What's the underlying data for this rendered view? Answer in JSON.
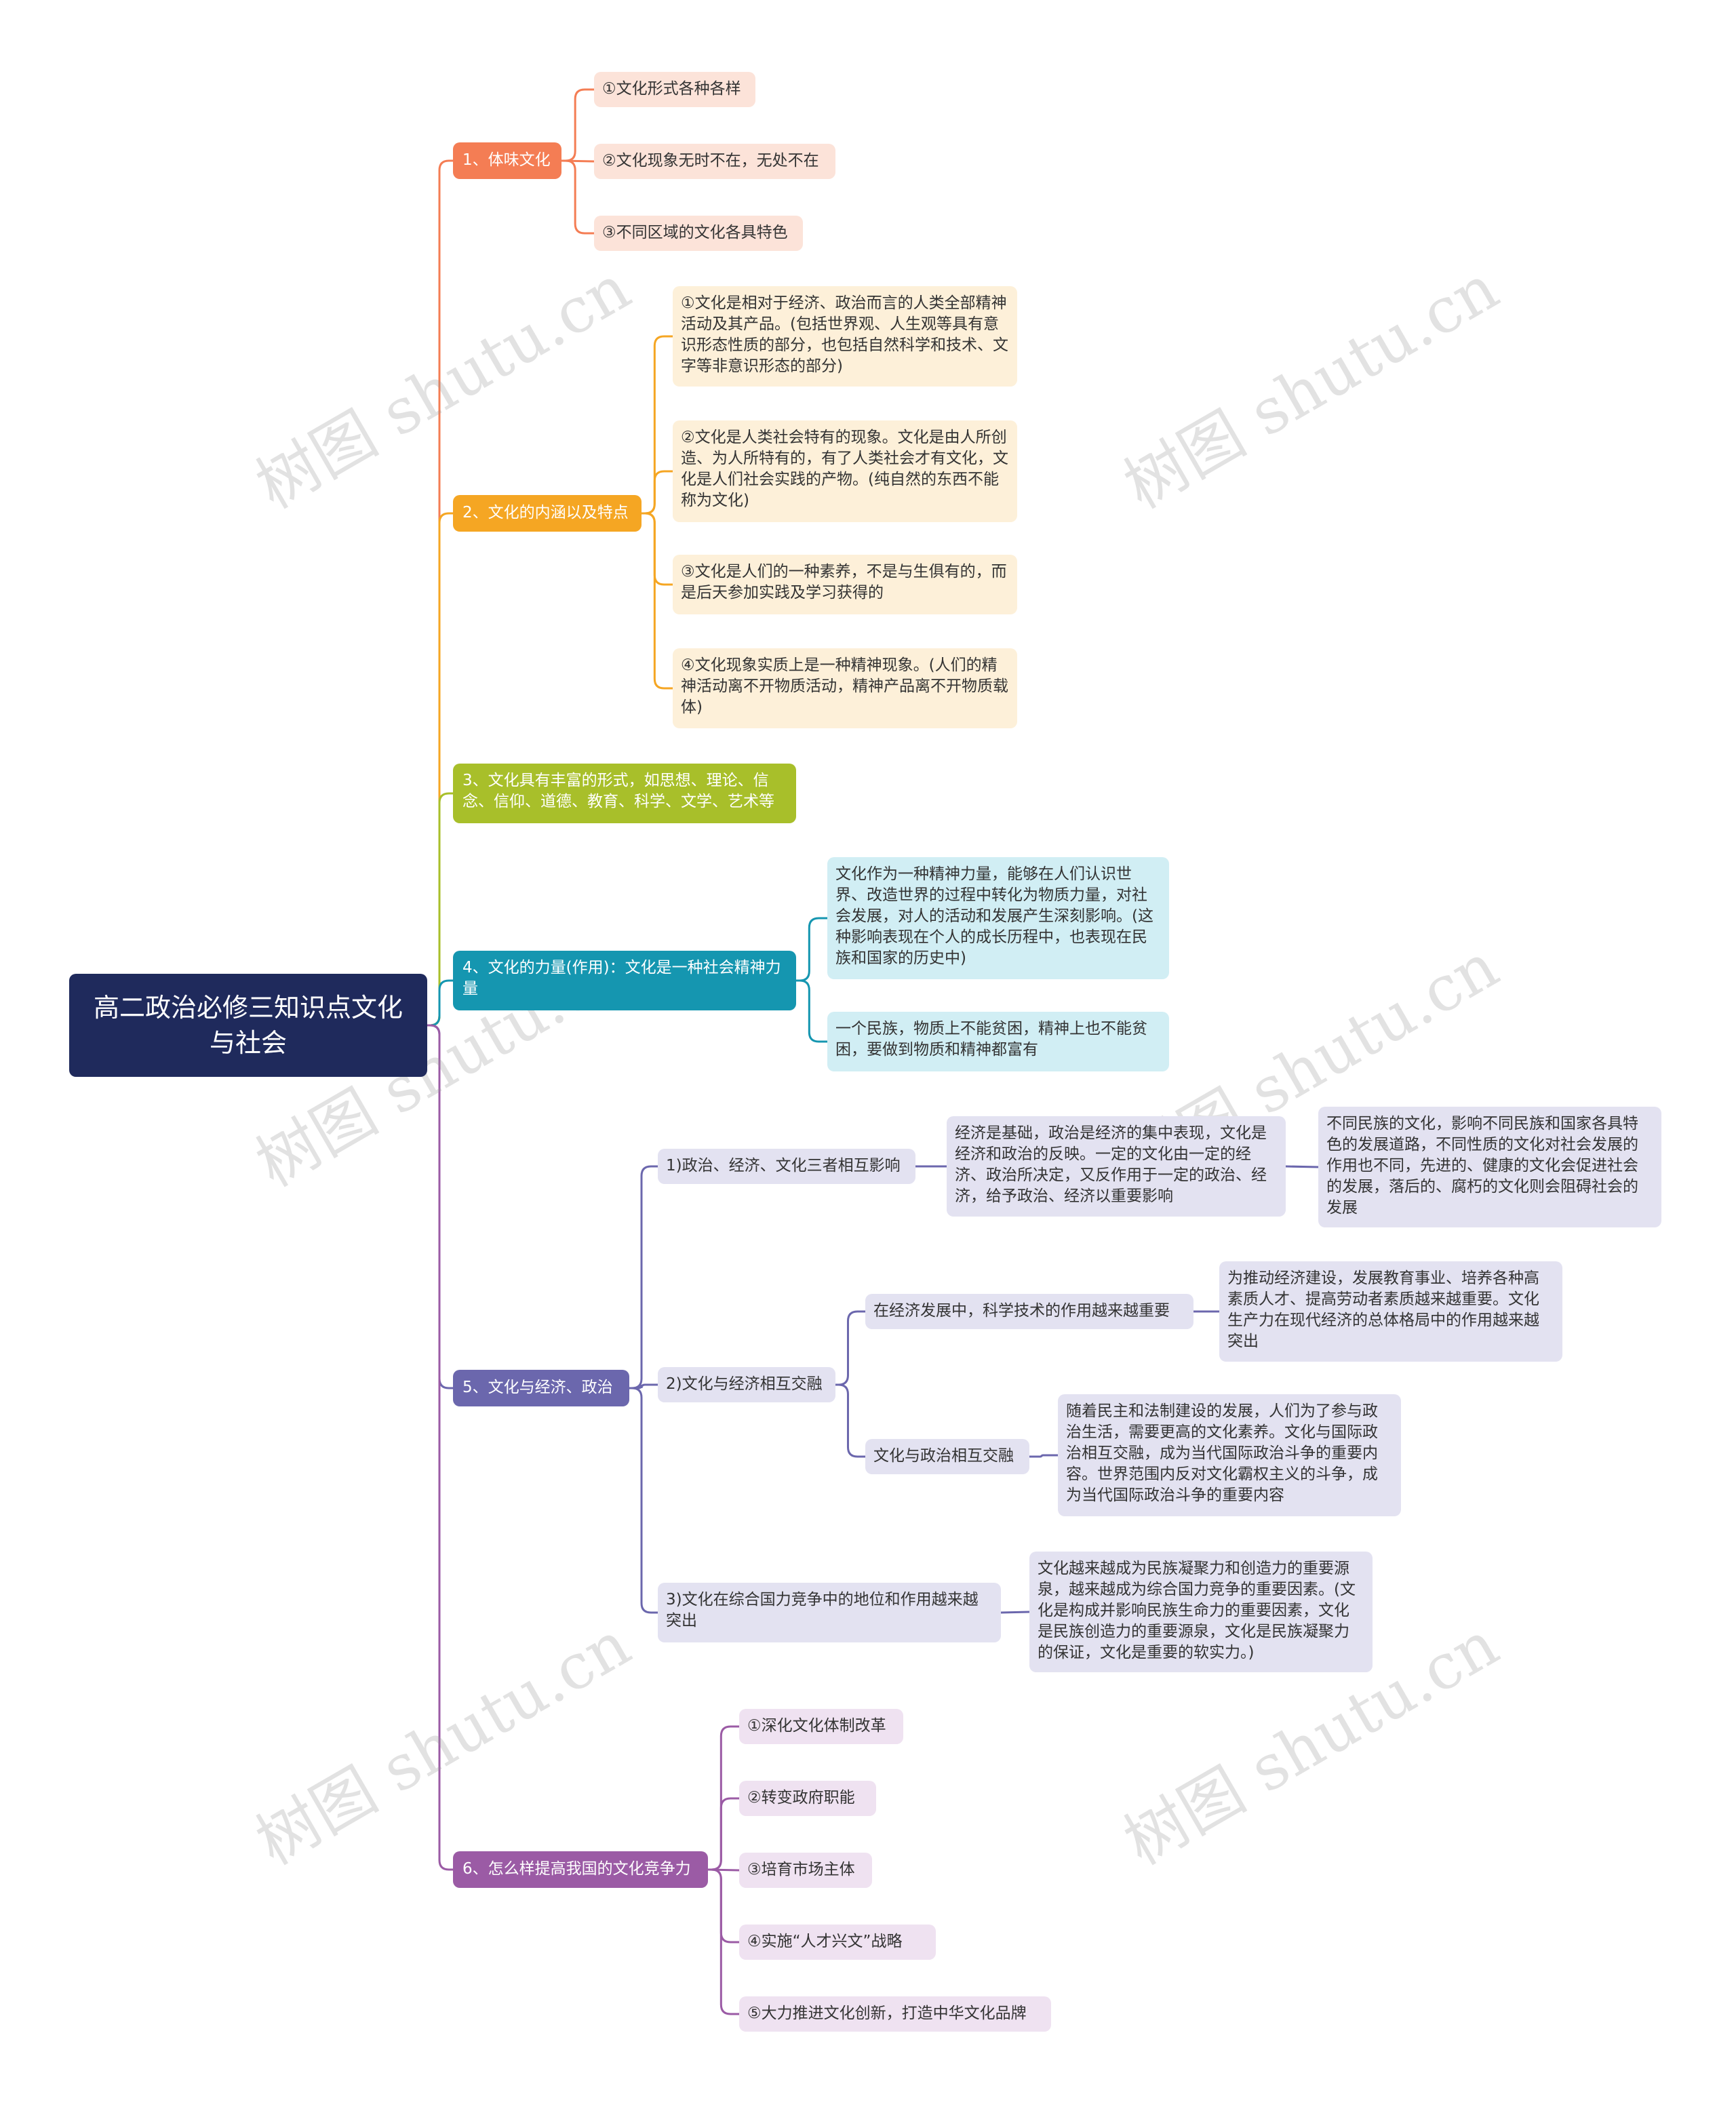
{
  "root": "高二政治必修三知识点文化与社会",
  "watermark": "树图 shutu.cn",
  "colors": {
    "root": "#1f2a5c",
    "branch1": "#f47d54",
    "branch2": "#f5a623",
    "branch3": "#a8bf2a",
    "branch4": "#1596b0",
    "branch5": "#6b67ad",
    "branch6": "#9b5ba5"
  },
  "b1": {
    "label": "1、体味文化",
    "items": [
      "①文化形式各种各样",
      "②文化现象无时不在，无处不在",
      "③不同区域的文化各具特色"
    ]
  },
  "b2": {
    "label": "2、文化的内涵以及特点",
    "items": [
      "①文化是相对于经济、政治而言的人类全部精神活动及其产品。(包括世界观、人生观等具有意识形态性质的部分，也包括自然科学和技术、文字等非意识形态的部分)",
      "②文化是人类社会特有的现象。文化是由人所创造、为人所特有的，有了人类社会才有文化，文化是人们社会实践的产物。(纯自然的东西不能称为文化)",
      "③文化是人们的一种素养，不是与生俱有的，而是后天参加实践及学习获得的",
      "④文化现象实质上是一种精神现象。(人们的精神活动离不开物质活动，精神产品离不开物质载体)"
    ]
  },
  "b3": {
    "label": "3、文化具有丰富的形式，如思想、理论、信念、信仰、道德、教育、科学、文学、艺术等"
  },
  "b4": {
    "label": "4、文化的力量(作用)：文化是一种社会精神力量",
    "items": [
      "文化作为一种精神力量，能够在人们认识世界、改造世界的过程中转化为物质力量，对社会发展，对人的活动和发展产生深刻影响。(这种影响表现在个人的成长历程中，也表现在民族和国家的历史中)",
      "一个民族，物质上不能贫困，精神上也不能贫困，要做到物质和精神都富有"
    ]
  },
  "b5": {
    "label": "5、文化与经济、政治",
    "s1": {
      "label": "1)政治、经济、文化三者相互影响",
      "detail": "经济是基础，政治是经济的集中表现，文化是经济和政治的反映。一定的文化由一定的经济、政治所决定，又反作用于一定的政治、经济，给予政治、经济以重要影响",
      "detail2": "不同民族的文化，影响不同民族和国家各具特色的发展道路，不同性质的文化对社会发展的作用也不同，先进的、健康的文化会促进社会的发展，落后的、腐朽的文化则会阻碍社会的发展"
    },
    "s2": {
      "label": "2)文化与经济相互交融",
      "a": {
        "label": "在经济发展中，科学技术的作用越来越重要",
        "detail": "为推动经济建设，发展教育事业、培养各种高素质人才、提高劳动者素质越来越重要。文化生产力在现代经济的总体格局中的作用越来越突出"
      },
      "b": {
        "label": "文化与政治相互交融",
        "detail": "随着民主和法制建设的发展，人们为了参与政治生活，需要更高的文化素养。文化与国际政治相互交融，成为当代国际政治斗争的重要内容。世界范围内反对文化霸权主义的斗争，成为当代国际政治斗争的重要内容"
      }
    },
    "s3": {
      "label": "3)文化在综合国力竞争中的地位和作用越来越突出",
      "detail": "文化越来越成为民族凝聚力和创造力的重要源泉，越来越成为综合国力竞争的重要因素。(文化是构成并影响民族生命力的重要因素，文化是民族创造力的重要源泉，文化是民族凝聚力的保证，文化是重要的软实力。)"
    }
  },
  "b6": {
    "label": "6、怎么样提高我国的文化竞争力",
    "items": [
      "①深化文化体制改革",
      "②转变政府职能",
      "③培育市场主体",
      "④实施“人才兴文”战略",
      "⑤大力推进文化创新，打造中华文化品牌"
    ]
  }
}
